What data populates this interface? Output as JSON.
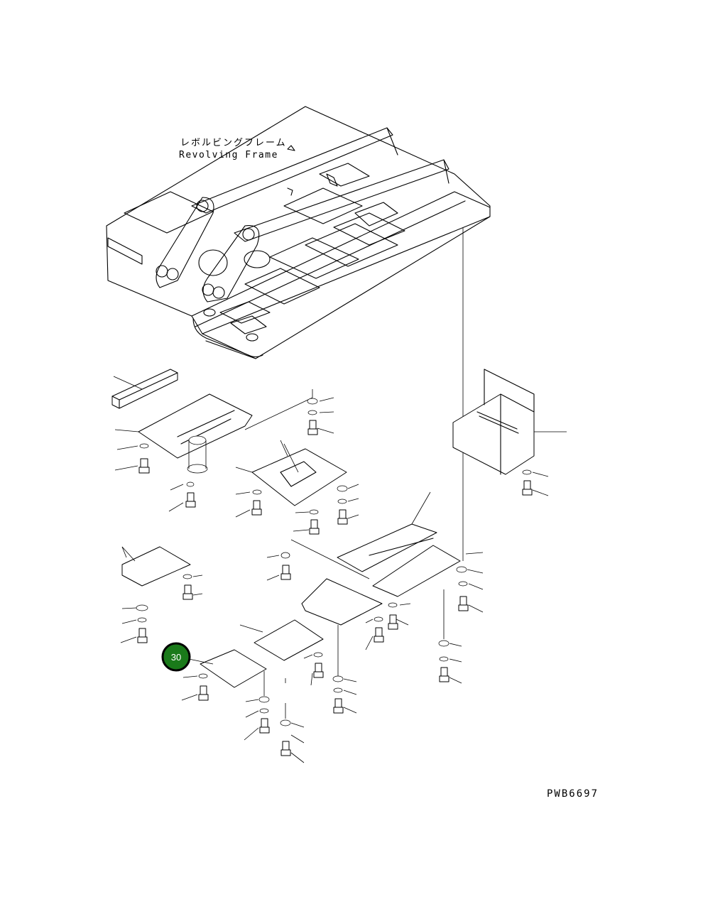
{
  "frame_label": {
    "jp": "レボルビングフレーム",
    "en": "Revolving Frame"
  },
  "callouts": [
    {
      "number": "30",
      "color": "#1a7a1a",
      "text_color": "#ffffff"
    }
  ],
  "drawing_number": "PWB6697"
}
